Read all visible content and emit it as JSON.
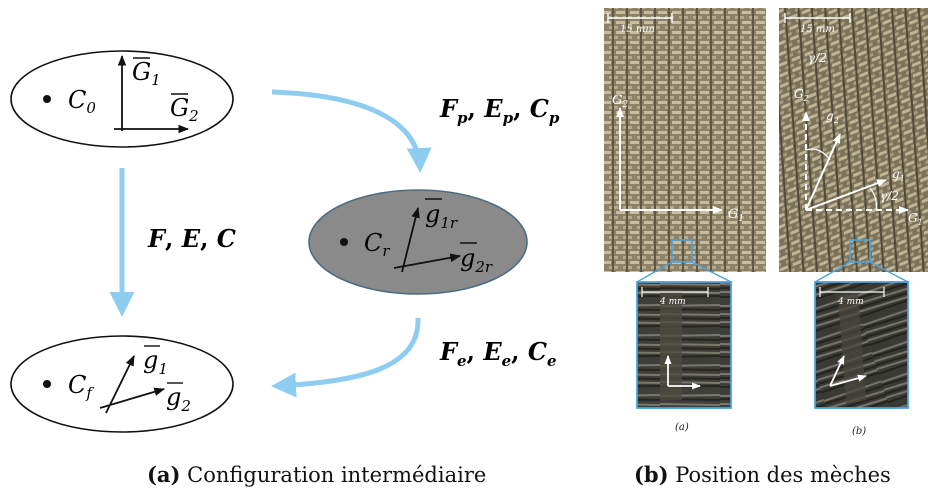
{
  "left_panel": {
    "config_initial": {
      "label": "C",
      "sub": "0",
      "vec1": "G",
      "vec1_sub": "1",
      "vec2": "G",
      "vec2_sub": "2"
    },
    "config_intermediate": {
      "label": "C",
      "sub": "r",
      "vec1": "g",
      "vec1_sub": "1r",
      "vec2": "g",
      "vec2_sub": "2r"
    },
    "config_final": {
      "label": "C",
      "sub": "f",
      "vec1": "g",
      "vec1_sub": "1",
      "vec2": "g",
      "vec2_sub": "2"
    },
    "arrow_total": {
      "t1": "F",
      "t2": "E",
      "t3": "C"
    },
    "arrow_plastic": {
      "t1": "F",
      "s1": "p",
      "t2": "E",
      "s2": "p",
      "t3": "C",
      "s3": "p"
    },
    "arrow_elastic": {
      "t1": "F",
      "s1": "e",
      "t2": "E",
      "s2": "e",
      "t3": "C",
      "s3": "e"
    },
    "caption_tag": "(a)",
    "caption_text": "Configuration intermédiaire"
  },
  "right_panel": {
    "photo_a": {
      "scale_label": "15 mm",
      "axis_g2": "G",
      "axis_g2_sub": "2",
      "axis_g1": "G",
      "axis_g1_sub": "1",
      "zoom_scale": "4 mm",
      "tag": "(a)"
    },
    "photo_b": {
      "scale_label": "15 mm",
      "gamma_top": "γ/2",
      "axis_G2": "G",
      "axis_G2_sub": "2",
      "axis_g2": "g",
      "axis_g2_sub": "2",
      "axis_g1": "g",
      "axis_g1_sub": "1",
      "gamma_right": "γ/2",
      "axis_G1": "G",
      "axis_G1_sub": "1",
      "zoom_scale": "4 mm",
      "tag": "(b)"
    },
    "caption_tag": "(b)",
    "caption_text": "Position des mèches"
  },
  "colors": {
    "arrow": "#8ecdf0",
    "box_border": "#4aa3df",
    "ellipse_fill_intermediate": "#8a8a8a",
    "fabric_base": "#8f8468"
  }
}
